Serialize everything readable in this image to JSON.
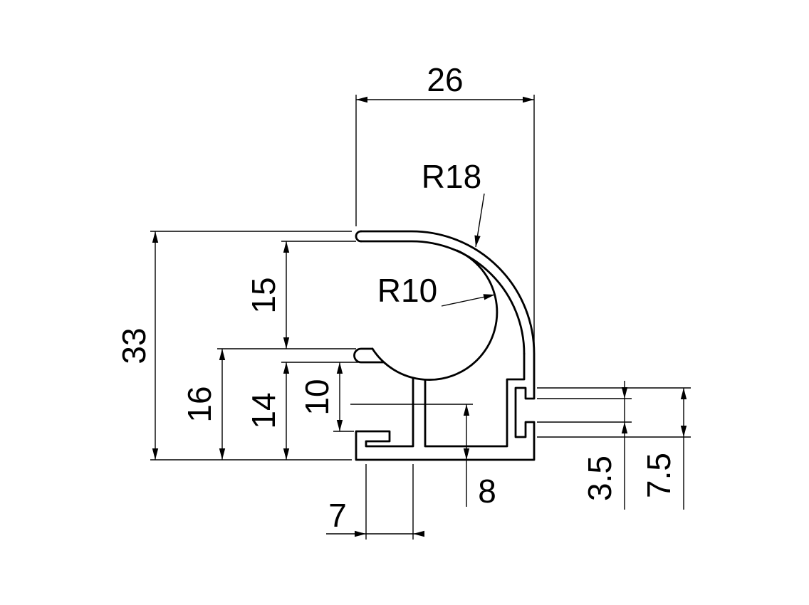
{
  "drawing": {
    "type": "profile cross-section technical drawing",
    "units": "mm",
    "background_color": "#ffffff",
    "line_color": "#000000"
  },
  "dims": {
    "width": {
      "label": "26"
    },
    "outer_radius": {
      "label": "R18"
    },
    "bore_radius": {
      "label": "R10"
    },
    "overall_height": {
      "label": "33"
    },
    "upper_height": {
      "label": "15"
    },
    "lower_height": {
      "label": "16"
    },
    "channel_height": {
      "label": "14"
    },
    "channel_opening": {
      "label": "10"
    },
    "web_height": {
      "label": "8"
    },
    "channel_width": {
      "label": "7"
    },
    "slot_mouth": {
      "label": "3.5"
    },
    "slot_span": {
      "label": "7.5"
    }
  }
}
